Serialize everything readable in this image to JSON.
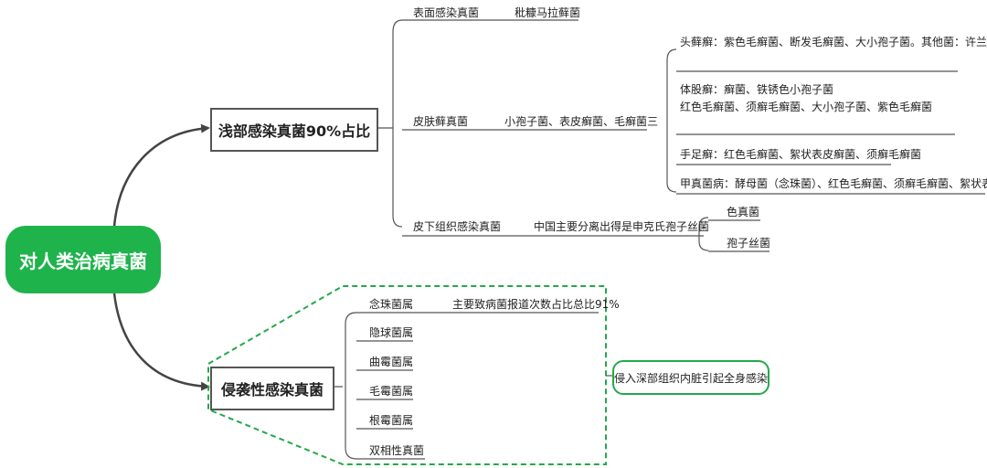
{
  "root": {
    "label": "对人类治病真菌"
  },
  "branch1": {
    "label": "浅部感染真菌90%占比",
    "children": [
      {
        "label": "表面感染真菌",
        "detail": "秕糠马拉藓菌"
      },
      {
        "label": "皮肤藓真菌",
        "detail": "小孢子菌、表皮癣菌、毛癣菌三",
        "sub": [
          {
            "lines": [
              "头藓癣：紫色毛癣菌、断发毛癣菌、大小孢子菌。其他菌：许兰毛"
            ]
          },
          {
            "lines": [
              "体股癣：癣菌、铁锈色小孢子菌",
              "红色毛癣菌、须癣毛癣菌、大小孢子菌、紫色毛癣菌"
            ]
          },
          {
            "lines": [
              "手足癣：红色毛癣菌、絮状表皮癣菌、须癣毛癣菌"
            ]
          },
          {
            "lines": [
              "甲真菌病：酵母菌（念珠菌）、红色毛癣菌、须癣毛癣菌、絮状表皮癣菌"
            ]
          }
        ]
      },
      {
        "label": "皮下组织感染真菌",
        "detail": "中国主要分离出得是申克氏孢子丝菌",
        "sub": [
          {
            "label": "色真菌"
          },
          {
            "label": "孢子丝菌"
          }
        ]
      }
    ]
  },
  "branch2": {
    "label": "侵袭性感染真菌",
    "note": "侵入深部组织内脏引起全身感染",
    "children": [
      {
        "label": "念珠菌属",
        "detail": "主要致病菌报道次数占比总比91%"
      },
      {
        "label": "隐球菌属"
      },
      {
        "label": "曲霉菌属"
      },
      {
        "label": "毛霉菌属"
      },
      {
        "label": "根霉菌属"
      },
      {
        "label": "双相性真菌"
      }
    ]
  },
  "colors": {
    "root_fill": "#1fb34c",
    "dashed_border": "#22a94a",
    "connector": "#444444",
    "tree_line": "#555555"
  }
}
